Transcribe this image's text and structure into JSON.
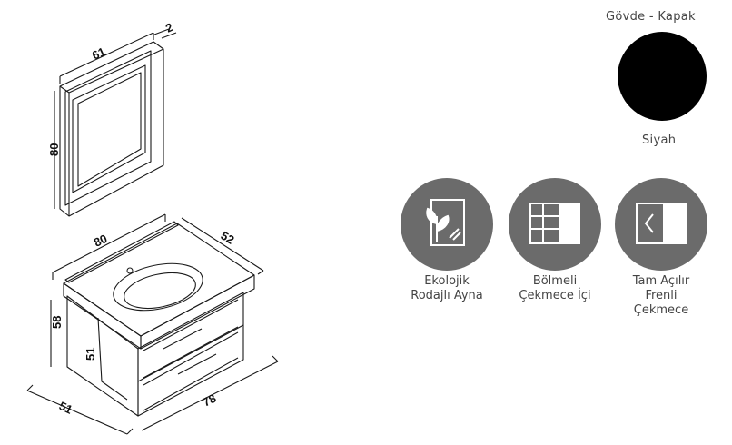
{
  "colors": {
    "swatch": "#000000",
    "feature_disc": "#6b6b6b",
    "line": "#1a1a1a"
  },
  "dimensions": {
    "mirror_width": "61",
    "mirror_depth": "2",
    "mirror_height": "80",
    "cabinet_width": "80",
    "cabinet_depth": "52",
    "cabinet_height": "58",
    "front_height": "51",
    "base_depth": "51",
    "base_width": "78"
  },
  "finish": {
    "title": "Gövde - Kapak",
    "color_name": "Siyah"
  },
  "features": [
    {
      "icon": "eco-plant-mirror-icon",
      "label": "Ekolojik\nRodajlı Ayna"
    },
    {
      "icon": "divided-drawer-icon",
      "label": "Bölmeli\nÇekmece İçi"
    },
    {
      "icon": "soft-close-drawer-icon",
      "label": "Tam Açılır\nFrenli\nÇekmece"
    }
  ]
}
